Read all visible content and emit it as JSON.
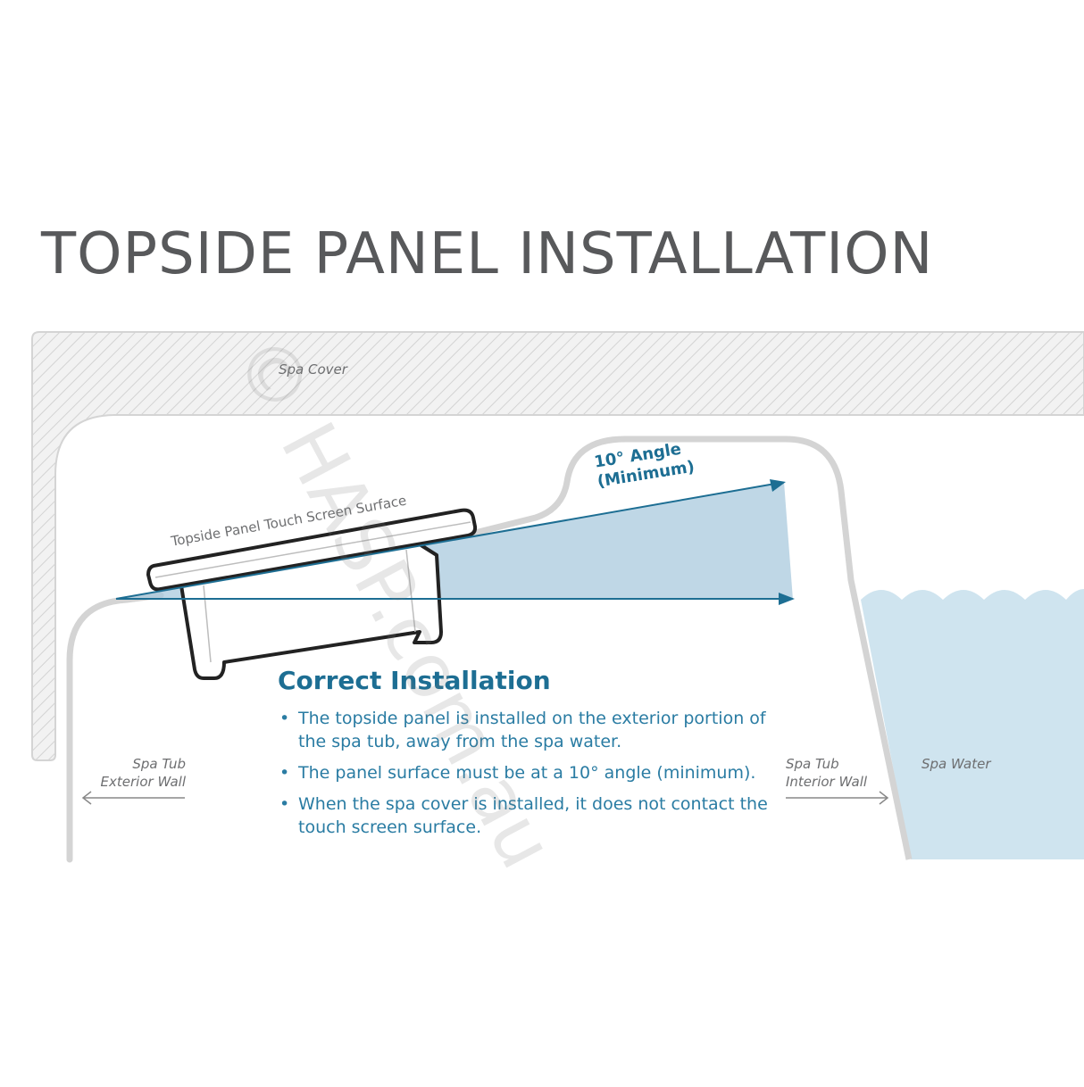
{
  "title": "TOPSIDE PANEL INSTALLATION",
  "labels": {
    "spa_cover": "Spa Cover",
    "panel_surface": "Topside Panel Touch Screen Surface",
    "angle_line1": "10° Angle",
    "angle_line2": "(Minimum)",
    "exterior_wall_line1": "Spa Tub",
    "exterior_wall_line2": "Exterior Wall",
    "interior_wall_line1": "Spa Tub",
    "interior_wall_line2": "Interior Wall",
    "spa_water": "Spa Water"
  },
  "installation": {
    "heading": "Correct Installation",
    "bullets": [
      "The topside panel is installed on the exterior portion of the spa tub, away from the spa water.",
      "The panel surface must be at a 10° angle (minimum).",
      "When the spa cover is installed, it does not contact the touch screen surface."
    ]
  },
  "watermark": "© HASP.com.au",
  "colors": {
    "title": "#58595b",
    "accent_blue": "#1d6e93",
    "bullet_text": "#2a7ca3",
    "water": "#cfe4ef",
    "angle_wedge": "#a9c9de",
    "wall_gray": "#d4d4d4",
    "cover_fill": "#f2f2f2",
    "label_gray": "#6d6e70"
  }
}
